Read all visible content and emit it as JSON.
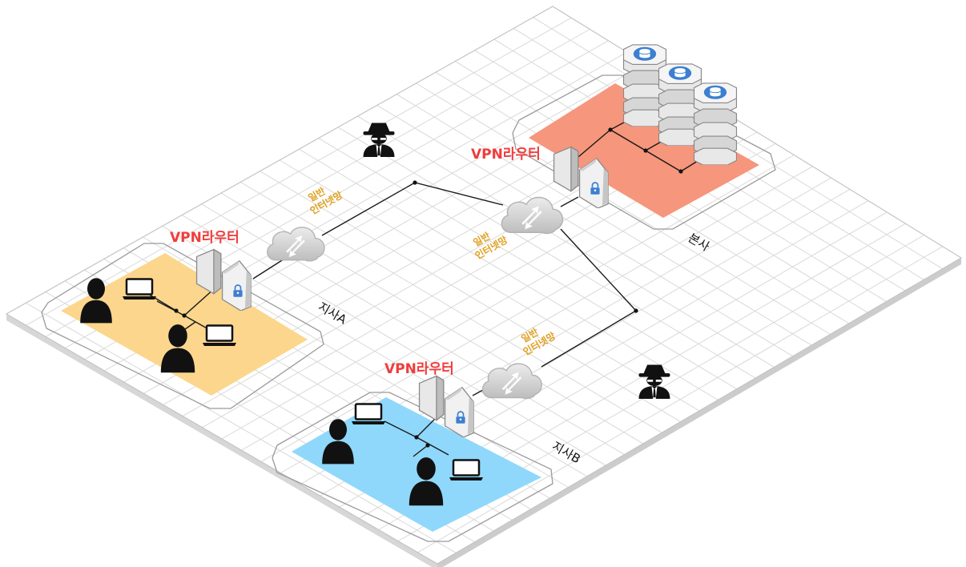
{
  "diagram": {
    "vpn_router_label": "VPN라우터",
    "sites": {
      "hq": "본사",
      "branch_a": "지사A",
      "branch_b": "지사B"
    },
    "internet": {
      "line1": "일반",
      "line2": "인터넷망"
    },
    "colors": {
      "grid_line": "#d9d9d9",
      "floor_side": "#d7d7d7",
      "hq_zone": "#f6967c",
      "branch_a_zone": "#fbd68c",
      "branch_b_zone": "#8fd8fb",
      "vpn_label": "#f03c3c",
      "internet_label": "#e0a020",
      "lock_blue": "#3d7fd0"
    },
    "icons": [
      "cloud-icon",
      "vpn-router-icon",
      "lock-icon",
      "server-icon",
      "database-icon",
      "user-icon",
      "laptop-icon",
      "hacker-icon"
    ]
  }
}
